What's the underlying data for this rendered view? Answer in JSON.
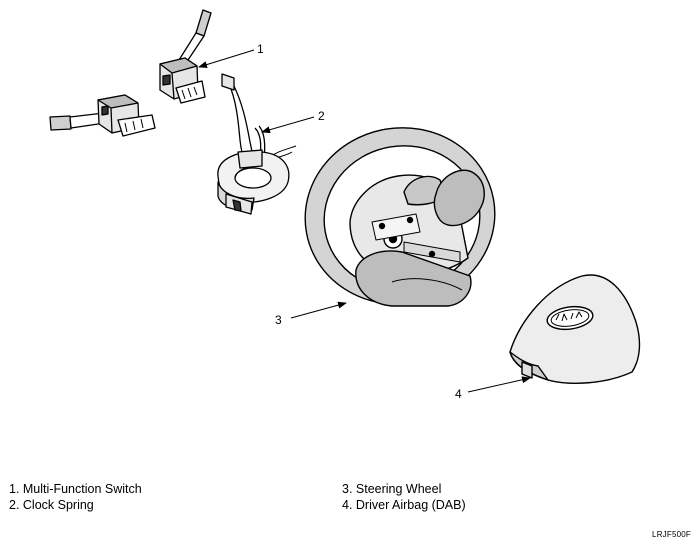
{
  "callouts": [
    "1",
    "2",
    "3",
    "4"
  ],
  "legend": {
    "left": [
      "1. Multi-Function Switch",
      "2. Clock Spring"
    ],
    "right": [
      "3. Steering Wheel",
      "4. Driver Airbag (DAB)"
    ]
  },
  "figure_code": "LRJF500F"
}
